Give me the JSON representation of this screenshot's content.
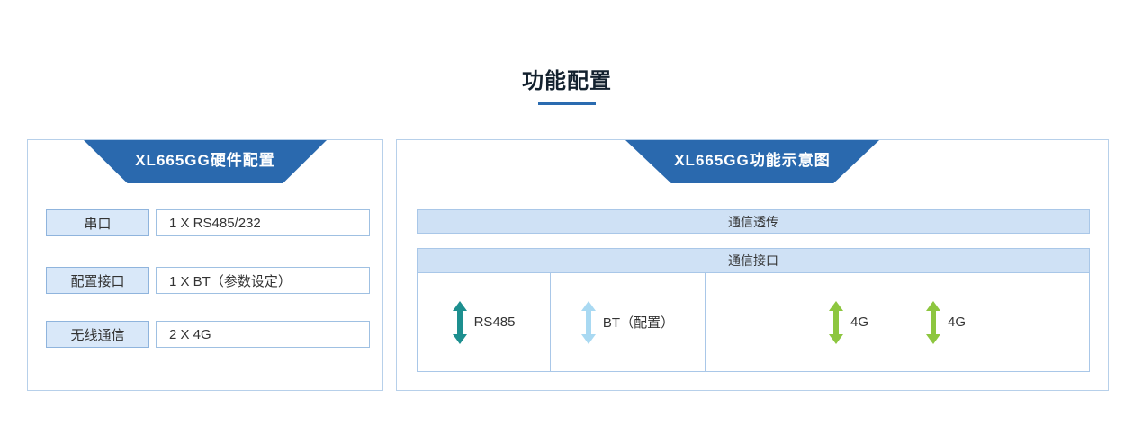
{
  "page": {
    "title": "功能配置"
  },
  "left_panel": {
    "banner": "XL665GG硬件配置",
    "rows": [
      {
        "label": "串口",
        "value": "1 X RS485/232"
      },
      {
        "label": "配置接口",
        "value": "1 X BT（参数设定）"
      },
      {
        "label": "无线通信",
        "value": "2 X 4G"
      }
    ]
  },
  "right_panel": {
    "banner": "XL665GG功能示意图",
    "passthrough_label": "通信透传",
    "interface_header": "通信接口",
    "interfaces": [
      {
        "label": "RS485",
        "icon": "double-arrow-vertical",
        "color": "#1d8f8f"
      },
      {
        "label": "BT（配置）",
        "icon": "double-arrow-vertical",
        "color": "#a9d9f2"
      },
      {
        "label": "4G",
        "icon": "double-arrow-vertical",
        "color": "#8dc63f"
      },
      {
        "label": "4G",
        "icon": "double-arrow-vertical",
        "color": "#8dc63f"
      }
    ]
  },
  "colors": {
    "banner_blue": "#2a69ae",
    "light_blue_fill": "#cfe1f5",
    "panel_border": "#b7d0ea",
    "underline_blue": "#2a6bb0",
    "teal_arrow": "#1d8f8f",
    "lightblue_arrow": "#a9d9f2",
    "green_arrow": "#8dc63f"
  }
}
